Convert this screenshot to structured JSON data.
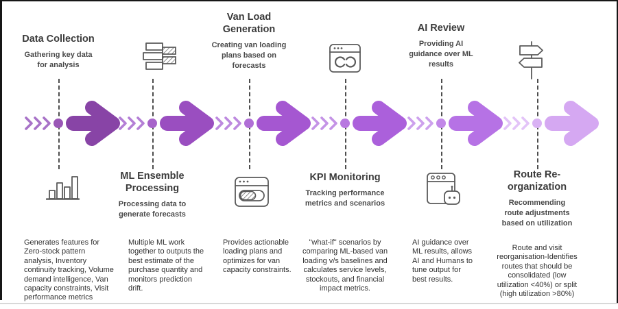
{
  "page": {
    "background": "#ffffff",
    "icon_color": "#5a5a5a",
    "dash_color": "#4d4d4d"
  },
  "stages": [
    {
      "title": "Data Collection",
      "subtitle": "Gathering key data\nfor analysis",
      "description": "Generates features for\nZero-stock pattern\nanalysis, Inventory\ncontinuity tracking, Volume\ndemand intelligence, Van\ncapacity constraints, Visit\nperformance metrics",
      "label_position": "top",
      "icon": "bar-chart-icon",
      "colors": {
        "arrow": "#8844A6",
        "chevron": "#A873C8",
        "dot": "#9A57B6"
      }
    },
    {
      "title": "ML Ensemble\nProcessing",
      "subtitle": "Processing data to\ngenerate forecasts",
      "description": "Multiple ML work\ntogether to outputs the\nbest estimate of the\npurchase quantity and\nmonitors prediction\ndrift.",
      "label_position": "bottom",
      "icon": "stacked-tasks-icon",
      "colors": {
        "arrow": "#9A4EC0",
        "chevron": "#B47FD6",
        "dot": "#A763CA"
      }
    },
    {
      "title": "Van Load\nGeneration",
      "subtitle": "Creating van loading\nplans based on\nforecasts",
      "description": "Provides actionable\nloading plans and\noptimizes for van\ncapacity constraints.",
      "label_position": "top",
      "icon": "loading-window-icon",
      "colors": {
        "arrow": "#A557D1",
        "chevron": "#BD89DF",
        "dot": "#B06FD6"
      }
    },
    {
      "title": "KPI Monitoring",
      "subtitle": "Tracking performance\nmetrics and scenarios",
      "description": "\"what-if\" scenarios by\ncomparing ML-based van\nloading v/s baselines and\ncalculates service levels,\nstockouts, and financial\nimpact metrics.",
      "label_position": "bottom",
      "icon": "sync-window-icon",
      "colors": {
        "arrow": "#AB60DB",
        "chevron": "#C493E6",
        "dot": "#B878E0"
      }
    },
    {
      "title": "AI Review",
      "subtitle": "Providing AI\nguidance over ML\nresults",
      "description": "AI guidance over\nML results, allows\nAI and Humans to\ntune output for\nbest results.",
      "label_position": "top",
      "icon": "ai-robot-window-icon",
      "colors": {
        "arrow": "#B672E5",
        "chevron": "#CDA1ED",
        "dot": "#C288E8"
      }
    },
    {
      "title": "Route Re-\norganization",
      "subtitle": "Recommending\nroute adjustments\nbased on utilization",
      "description": "Route and visit\nreorganisation-Identifies\nroutes that should be\nconsolidated (low\nutilization <40%) or split\n(high utilization >80%)",
      "label_position": "bottom",
      "icon": "signpost-icon",
      "colors": {
        "arrow": "#D5A8F2",
        "chevron": "#E3C4F8",
        "dot": "#D9B2F4"
      }
    }
  ]
}
